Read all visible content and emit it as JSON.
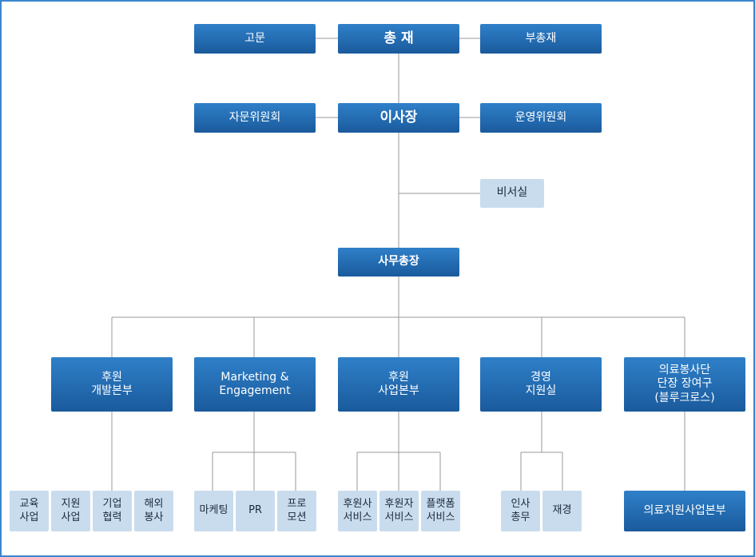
{
  "top": {
    "advisor": "고문",
    "president": "총 재",
    "vice_president": "부총재"
  },
  "board": {
    "advisory_committee": "자문위원회",
    "chairman": "이사장",
    "steering_committee": "운영위원회"
  },
  "secretariat": "비서실",
  "secretary_general": "사무총장",
  "divisions": {
    "fundraising": "후원\n개발본부",
    "marketing": "Marketing &\nEngagement",
    "sponsorship_business": "후원\n사업본부",
    "management_support": "경영\n지원실",
    "medical_volunteer": "의료봉사단\n단장 장여구\n(블루크로스)"
  },
  "teams": {
    "fundraising": [
      "교육\n사업",
      "지원\n사업",
      "기업\n협력",
      "해외\n봉사"
    ],
    "marketing": [
      "마케팅",
      "PR",
      "프로\n모션"
    ],
    "sponsorship_business": [
      "후원사\n서비스",
      "후원자\n서비스",
      "플랫폼\n서비스"
    ],
    "management_support": [
      "인사\n총무",
      "재경"
    ],
    "medical_volunteer": "의료지원사업본부"
  }
}
